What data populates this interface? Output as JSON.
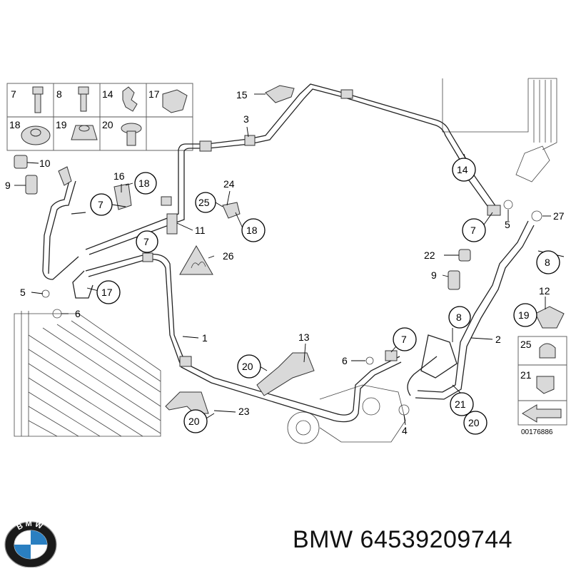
{
  "diagram": {
    "part_grid": {
      "cells": [
        {
          "label": "7"
        },
        {
          "label": "8"
        },
        {
          "label": "14"
        },
        {
          "label": "17"
        },
        {
          "label": "18"
        },
        {
          "label": "19"
        },
        {
          "label": "20"
        }
      ]
    },
    "callouts": [
      {
        "label": "15"
      },
      {
        "label": "3"
      },
      {
        "label": "10"
      },
      {
        "label": "9"
      },
      {
        "label": "16"
      },
      {
        "label": "18"
      },
      {
        "label": "7"
      },
      {
        "label": "24"
      },
      {
        "label": "25"
      },
      {
        "label": "18"
      },
      {
        "label": "11"
      },
      {
        "label": "7"
      },
      {
        "label": "26"
      },
      {
        "label": "5"
      },
      {
        "label": "17"
      },
      {
        "label": "6"
      },
      {
        "label": "1"
      },
      {
        "label": "13"
      },
      {
        "label": "20"
      },
      {
        "label": "6"
      },
      {
        "label": "7"
      },
      {
        "label": "23"
      },
      {
        "label": "20"
      },
      {
        "label": "4"
      },
      {
        "label": "14"
      },
      {
        "label": "7"
      },
      {
        "label": "5"
      },
      {
        "label": "27"
      },
      {
        "label": "8"
      },
      {
        "label": "22"
      },
      {
        "label": "9"
      },
      {
        "label": "12"
      },
      {
        "label": "19"
      },
      {
        "label": "8"
      },
      {
        "label": "2"
      },
      {
        "label": "21"
      },
      {
        "label": "20"
      }
    ],
    "legend_box": {
      "labels": [
        {
          "label": "25"
        },
        {
          "label": "21"
        }
      ],
      "catalog_number": "00176886"
    }
  },
  "caption": {
    "brand": "BMW",
    "part_number": "64539209744",
    "logo_letters": "BMW"
  },
  "colors": {
    "logo_blue": "#2a7fc1",
    "logo_ring": "#1a1a1a",
    "line": "#222222"
  }
}
